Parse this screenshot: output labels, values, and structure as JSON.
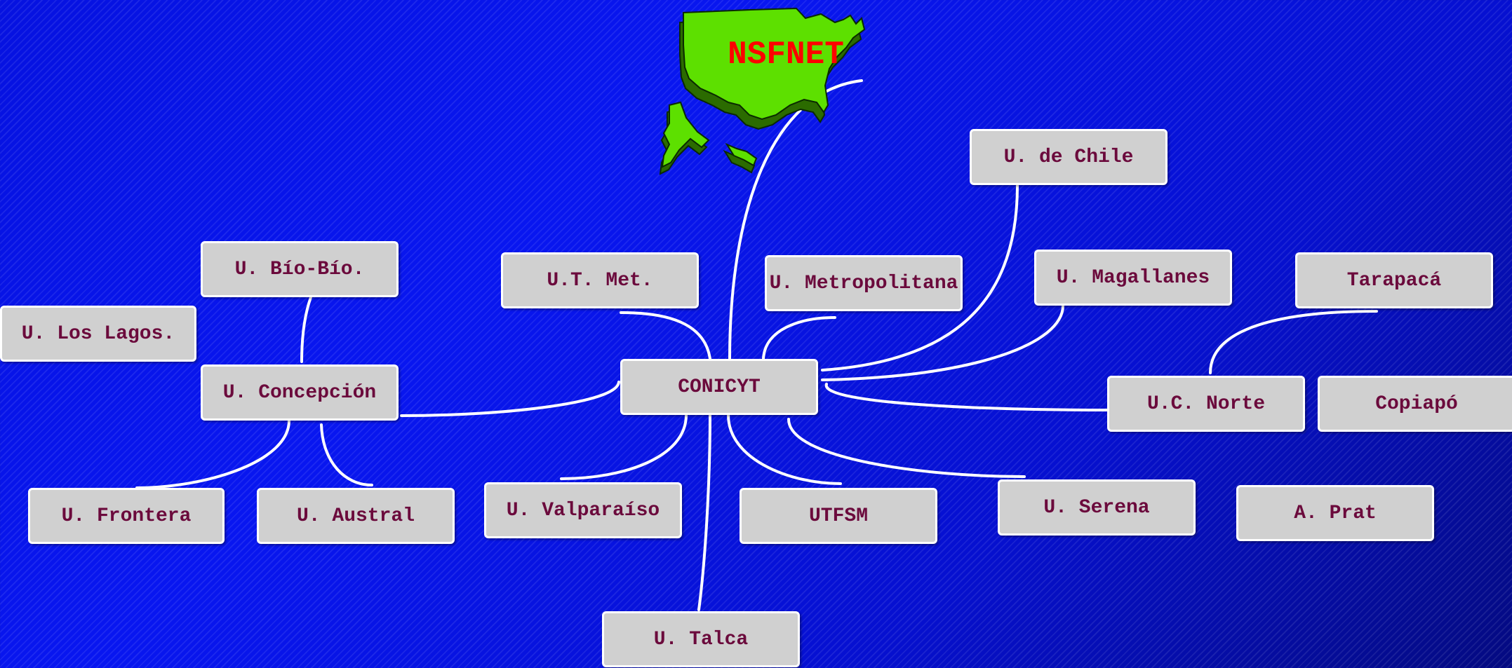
{
  "colors": {
    "background": "#0612e0",
    "node_fill": "#d0d0d0",
    "node_text": "#6b0a3c",
    "map_green": "#5de000",
    "nsfnet_text": "#ff0000",
    "link": "#ffffff"
  },
  "diagram": {
    "nsfnet": {
      "label": "NSFNET",
      "icon": "usa-map-icon"
    },
    "center": {
      "label": "CONICYT"
    },
    "nodes": {
      "bio_bio": "U. Bío-Bío.",
      "los_lagos": "U. Los Lagos.",
      "concepcion": "U. Concepción",
      "frontera": "U. Frontera",
      "austral": "U. Austral",
      "ut_met": "U.T. Met.",
      "metropolitana": "U. Metropolitana",
      "de_chile": "U. de Chile",
      "magallanes": "U. Magallanes",
      "tarapaca": "Tarapacá",
      "uc_norte": "U.C. Norte",
      "copiapo": "Copiapó",
      "valparaiso": "U. Valparaíso",
      "utfsm": "UTFSM",
      "serena": "U. Serena",
      "prat": "A. Prat",
      "talca": "U. Talca"
    }
  }
}
